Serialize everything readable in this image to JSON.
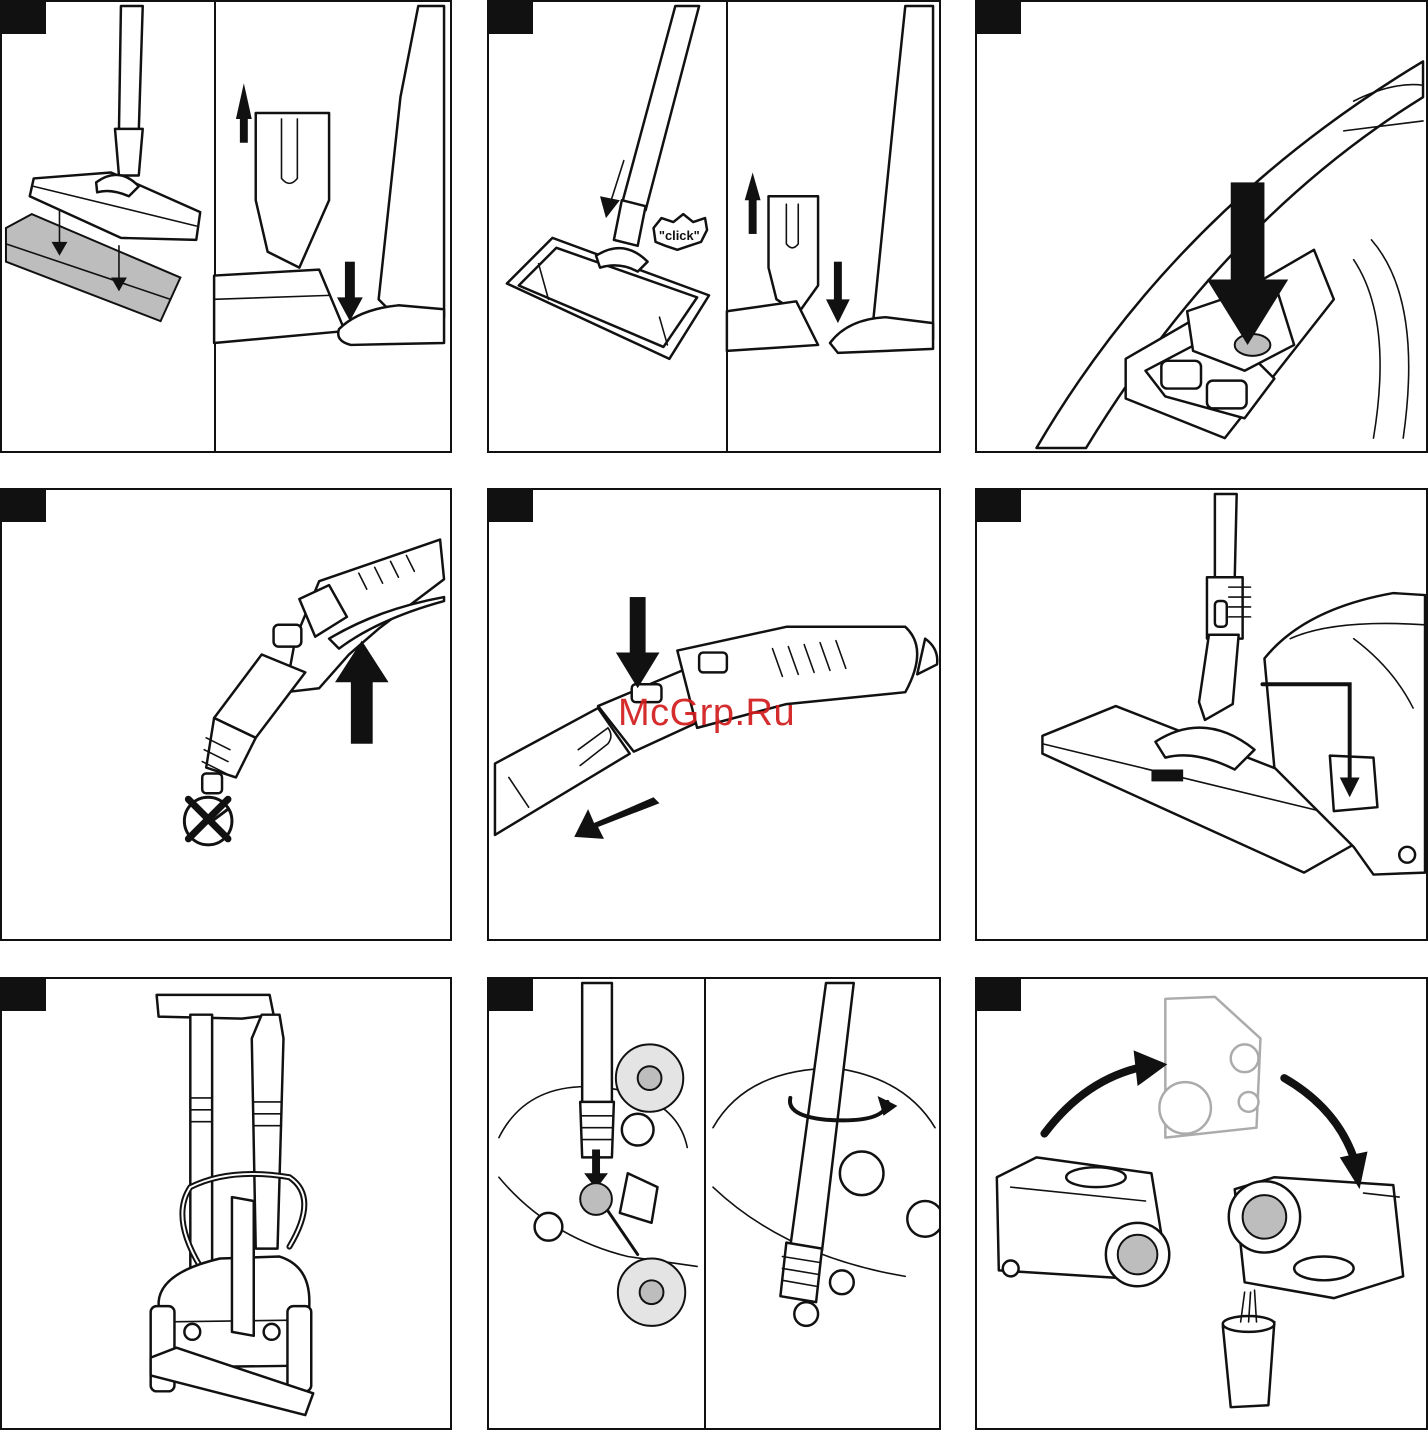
{
  "page": {
    "panels": [
      {
        "id": "panel-1",
        "caption": ""
      },
      {
        "id": "panel-2",
        "caption": ""
      },
      {
        "id": "panel-3",
        "caption": ""
      },
      {
        "id": "panel-4",
        "caption": ""
      },
      {
        "id": "panel-5",
        "caption": ""
      },
      {
        "id": "panel-6",
        "caption": ""
      },
      {
        "id": "panel-7",
        "caption": ""
      },
      {
        "id": "panel-8",
        "caption": ""
      },
      {
        "id": "panel-9",
        "caption": ""
      }
    ],
    "click_text": "\"click\"",
    "watermark": "McGrp.Ru",
    "colors": {
      "ink": "#111111",
      "paper": "#ffffff",
      "gray": "#bdbdbd",
      "watermark": "#d21c1c"
    }
  }
}
